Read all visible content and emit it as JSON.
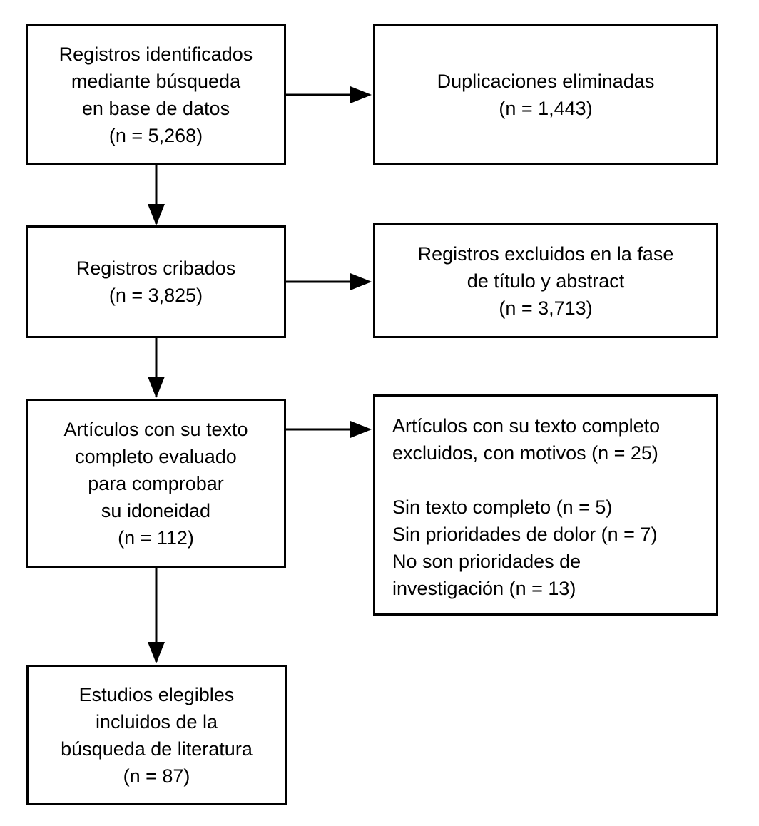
{
  "diagram": {
    "type": "flowchart",
    "language": "es",
    "background_color": "#ffffff",
    "box_border_color": "#000000",
    "text_color": "#000000",
    "arrow_color": "#000000",
    "boxes": {
      "identified": {
        "lines": [
          "Registros identificados",
          "mediante búsqueda",
          "en base de datos",
          "(n = 5,268)"
        ],
        "n": 5268
      },
      "duplicates_removed": {
        "lines": [
          "Duplicaciones eliminadas",
          "(n = 1,443)"
        ],
        "n": 1443
      },
      "screened": {
        "lines": [
          "Registros cribados",
          "(n = 3,825)"
        ],
        "n": 3825
      },
      "excluded_title_abstract": {
        "lines": [
          "Registros excluidos en la fase",
          "de título y abstract",
          "(n = 3,713)"
        ],
        "n": 3713
      },
      "fulltext_assessed": {
        "lines": [
          "Artículos con su texto",
          "completo evaluado",
          "para comprobar",
          "su idoneidad",
          "(n = 112)"
        ],
        "n": 112
      },
      "fulltext_excluded": {
        "lines": [
          "Artículos con su texto completo",
          "excluidos, con motivos (n = 25)",
          "",
          "Sin texto completo (n = 5)",
          "Sin prioridades de dolor (n = 7)",
          "No son prioridades de",
          "investigación (n = 13)"
        ],
        "n": 25,
        "reasons": [
          {
            "label": "Sin texto completo",
            "n": 5
          },
          {
            "label": "Sin prioridades de dolor",
            "n": 7
          },
          {
            "label": "No son prioridades de investigación",
            "n": 13
          }
        ]
      },
      "included": {
        "lines": [
          "Estudios elegibles",
          "incluidos de la",
          "búsqueda de literatura",
          "(n = 87)"
        ],
        "n": 87
      }
    }
  }
}
